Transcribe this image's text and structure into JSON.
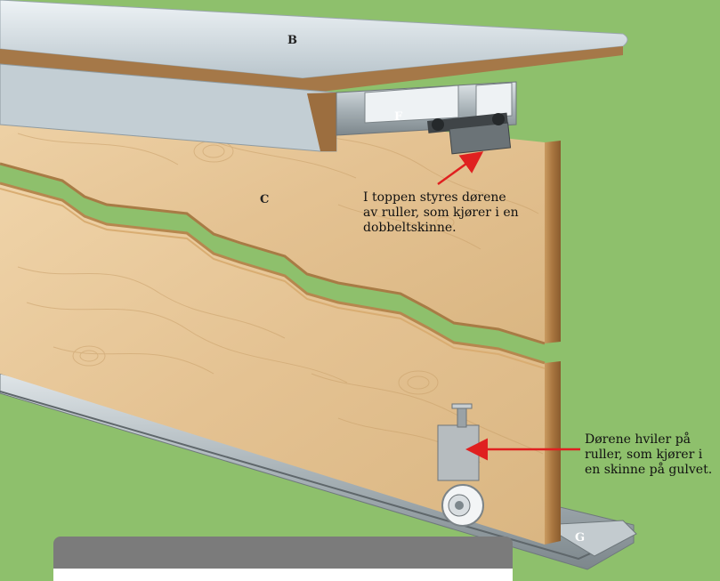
{
  "labels": {
    "b": "B",
    "f": "F",
    "c": "C",
    "g": "G"
  },
  "callouts": {
    "top": "I toppen styres dørene\nav ruller, som kjører i en\ndobbeltskinne.",
    "bottom": "Dørene hviler på\nruller, som kjører i\nen skinne på gulvet."
  },
  "colors": {
    "background": "#8ec06c",
    "wood": "#e8c89a",
    "wood_grain": "#c9a06a",
    "rail_metal": "#b8c0c4",
    "top_board": "#d4dde2",
    "arrow": "#e02020"
  }
}
